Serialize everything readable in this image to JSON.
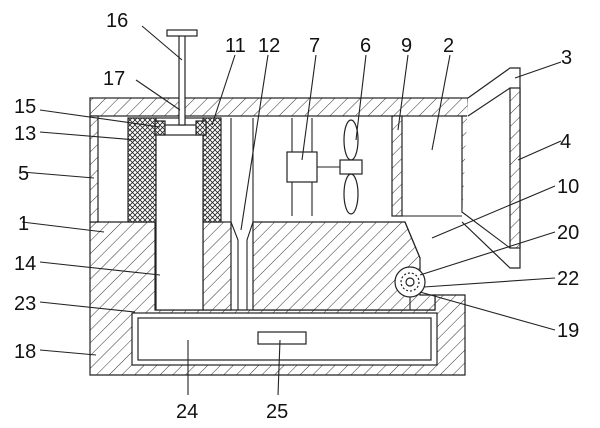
{
  "labels": [
    {
      "id": "16",
      "text": "16"
    },
    {
      "id": "11",
      "text": "11"
    },
    {
      "id": "12",
      "text": "12"
    },
    {
      "id": "7",
      "text": "7"
    },
    {
      "id": "6",
      "text": "6"
    },
    {
      "id": "9",
      "text": "9"
    },
    {
      "id": "2",
      "text": "2"
    },
    {
      "id": "3",
      "text": "3"
    },
    {
      "id": "17",
      "text": "17"
    },
    {
      "id": "15",
      "text": "15"
    },
    {
      "id": "13",
      "text": "13"
    },
    {
      "id": "5",
      "text": "5"
    },
    {
      "id": "4",
      "text": "4"
    },
    {
      "id": "10",
      "text": "10"
    },
    {
      "id": "1",
      "text": "1"
    },
    {
      "id": "20",
      "text": "20"
    },
    {
      "id": "14",
      "text": "14"
    },
    {
      "id": "22",
      "text": "22"
    },
    {
      "id": "23",
      "text": "23"
    },
    {
      "id": "19",
      "text": "19"
    },
    {
      "id": "18",
      "text": "18"
    },
    {
      "id": "24",
      "text": "24"
    },
    {
      "id": "25",
      "text": "25"
    }
  ]
}
